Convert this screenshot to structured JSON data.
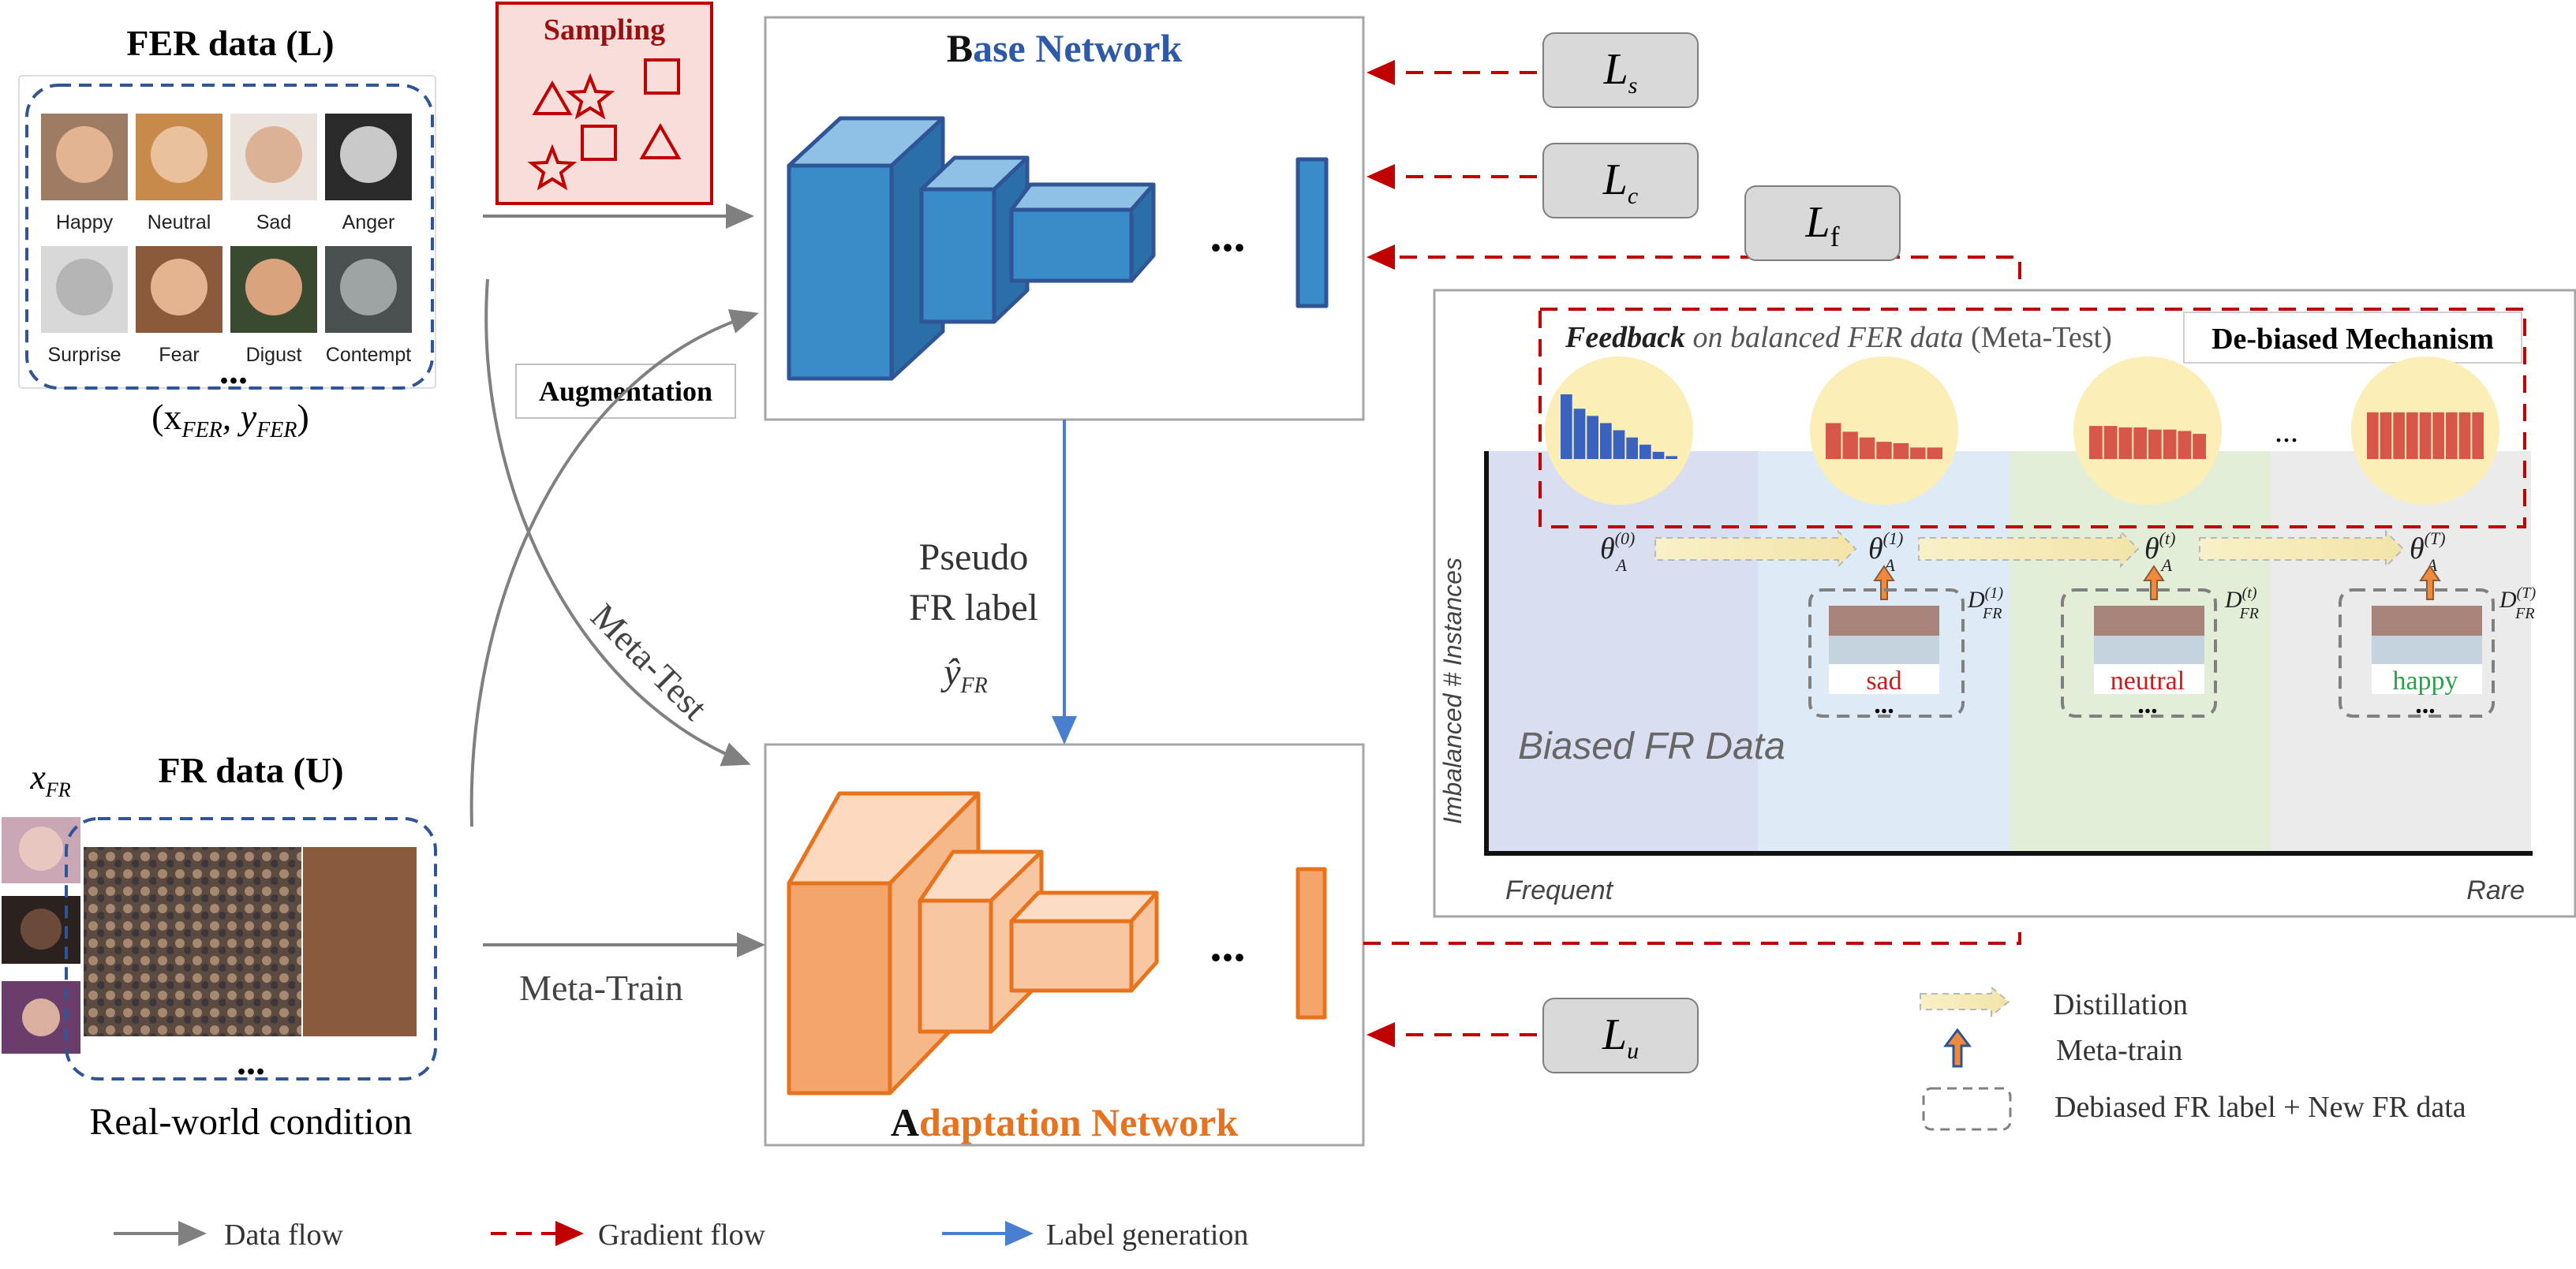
{
  "fer": {
    "title": "FER data (L)",
    "labels": [
      "Happy",
      "Neutral",
      "Sad",
      "Anger",
      "Surprise",
      "Fear",
      "Digust",
      "Contempt"
    ],
    "ellipsis": "...",
    "pair": "(x",
    "pair_sub1": "FER",
    "pair_mid": ", y",
    "pair_sub2": "FER",
    "pair_end": ")"
  },
  "sampling": {
    "title": "Sampling"
  },
  "augmentation": {
    "label": "Augmentation"
  },
  "base_net": {
    "first": "B",
    "rest": "ase Network",
    "color": "#2e5aa8"
  },
  "adapt_net": {
    "first": "A",
    "rest": "daptation Network",
    "color": "#e8731e"
  },
  "pseudo": {
    "line1": "Pseudo",
    "line2": "FR label",
    "yhat": "ŷ",
    "yhat_sub": "FR"
  },
  "fr": {
    "title": "FR data (U)",
    "x": "x",
    "x_sub": "FR",
    "ellipsis": "...",
    "caption": "Real-world condition"
  },
  "meta_test": "Meta-Test",
  "meta_train": "Meta-Train",
  "dots": "...",
  "losses": [
    {
      "main": "L",
      "sub": "s"
    },
    {
      "main": "L",
      "sub": "c"
    },
    {
      "main": "L",
      "sub": "f"
    },
    {
      "main": "L",
      "sub": "u"
    }
  ],
  "debias": {
    "feedback_bold": "Feedback",
    "feedback_rest": " on balanced FER data",
    "feedback_paren": " (Meta-Test)",
    "mechanism": "De-biased Mechanism",
    "ylabel": "Imbalanced # Instances",
    "biased": "Biased FR Data",
    "frequent": "Frequent",
    "rare": "Rare",
    "theta": "θ",
    "theta_sup": [
      "(0)",
      "(1)",
      "(t)",
      "(T)"
    ],
    "theta_sub": "A",
    "d": "D",
    "d_sub": "FR",
    "d_sup": [
      "(1)",
      "(t)",
      "(T)"
    ],
    "cards": [
      {
        "label": "sad",
        "color": "#cc1b1b"
      },
      {
        "label": "neutral",
        "color": "#cc1b1b"
      },
      {
        "label": "happy",
        "color": "#2aa04a"
      }
    ],
    "card_dots": "...",
    "between_dots": "...",
    "hist_colors": [
      "#3a63bf",
      "#d6574a",
      "#d6574a",
      "#d6574a"
    ],
    "histograms": [
      [
        9,
        7,
        6,
        5,
        4,
        3,
        2,
        1,
        0.4
      ],
      [
        5,
        3.8,
        3,
        2.4,
        2.2,
        1.6,
        1.6
      ],
      [
        4.6,
        4.6,
        4.4,
        4.4,
        4.1,
        4.1,
        3.9,
        3.5
      ],
      [
        6.5,
        6.5,
        6.5,
        6.5,
        6.5,
        6.5,
        6.5,
        6.5,
        6.5
      ]
    ]
  },
  "legend": {
    "distillation": "Distillation",
    "meta_train": "Meta-train",
    "debiased": "Debiased FR label + New FR data"
  },
  "bottom_legend": {
    "data_flow": "Data flow",
    "gradient_flow": "Gradient flow",
    "label_generation": "Label generation"
  },
  "colors": {
    "base_blue": "#3a8cc8",
    "adapt_orange": "#f4a56c",
    "gradient_red": "#c00000",
    "label_blue": "#4a7fd0",
    "data_gray": "#808080"
  }
}
